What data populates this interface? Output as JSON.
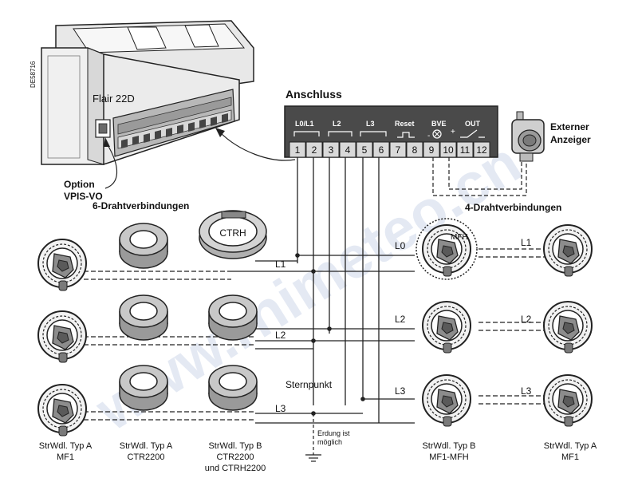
{
  "watermark": "www.rhimeteo.cn",
  "doc_code": "DE58716",
  "device_label": "Flair 22D",
  "title_connection": "Anschluss",
  "terminal_groups": [
    "L0/L1",
    "L2",
    "L3",
    "Reset",
    "BVE",
    "OUT"
  ],
  "terminals": [
    "1",
    "2",
    "3",
    "4",
    "5",
    "6",
    "7",
    "8",
    "9",
    "10",
    "11",
    "12"
  ],
  "option_label": "Option",
  "option_name": "VPIS-VO",
  "external_line1": "Externer",
  "external_line2": "Anzeiger",
  "six_wire_label": "6-Drahtverbindungen",
  "four_wire_label": "4-Drahtverbindungen",
  "ctrh_label": "CTRH",
  "mfh_label": "MFH",
  "phases_left": [
    "L1",
    "L2",
    "L3"
  ],
  "phases_right_in": [
    "L0",
    "L2",
    "L3"
  ],
  "phases_right_out": [
    "L1",
    "L2",
    "L3"
  ],
  "star_point": "Sternpunkt",
  "earth_line1": "Erdung ist",
  "earth_line2": "möglich",
  "bve_minus": "-",
  "bve_plus": "+",
  "captions": [
    {
      "line1": "StrWdl. Typ A",
      "line2": "MF1",
      "line3": ""
    },
    {
      "line1": "StrWdl. Typ A",
      "line2": "CTR2200",
      "line3": ""
    },
    {
      "line1": "StrWdl. Typ B",
      "line2": "CTR2200",
      "line3": "und CTRH2200"
    },
    {
      "line1": "StrWdl. Typ B",
      "line2": "MF1-MFH",
      "line3": ""
    },
    {
      "line1": "StrWdl. Typ A",
      "line2": "MF1",
      "line3": ""
    }
  ]
}
